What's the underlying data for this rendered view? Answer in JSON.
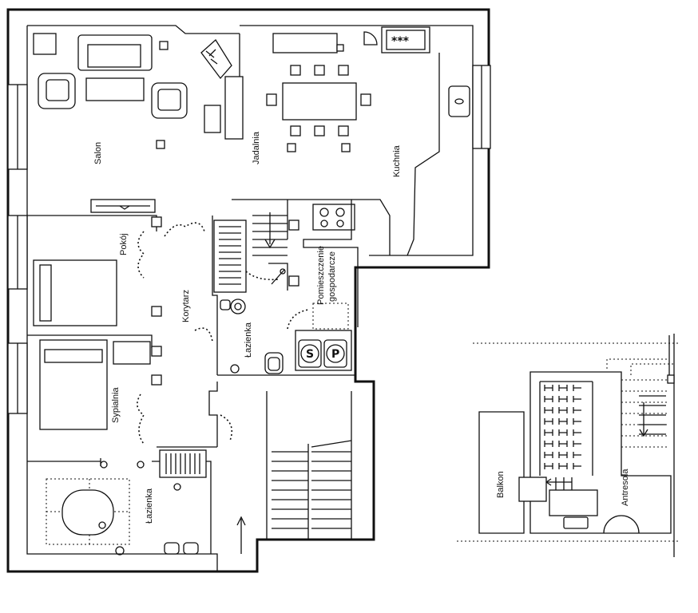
{
  "rooms": {
    "salon": "Salon",
    "jadalnia": "Jadalnia",
    "kuchnia": "Kuchnia",
    "pokoj": "Pokój",
    "korytarz": "Korytarz",
    "lazienka_small": "Łazienka",
    "pomieszczenie_line1": "Pomieszczenie",
    "pomieszczenie_line2": "gospodarcze",
    "sypialnia": "Sypialnia",
    "lazienka_main": "Łazienka",
    "balkon": "Balkon",
    "antresola": "Antresola"
  },
  "appliances": {
    "stove_marks": "***",
    "washer": "S",
    "dryer": "P"
  },
  "icons": {
    "entry_arrow": "arrow-up-icon",
    "stair_arrow_main": "arrow-down-icon",
    "stair_arrow_antresola": "arrow-down-icon",
    "ladder_arrow": "arrow-left-icon"
  }
}
